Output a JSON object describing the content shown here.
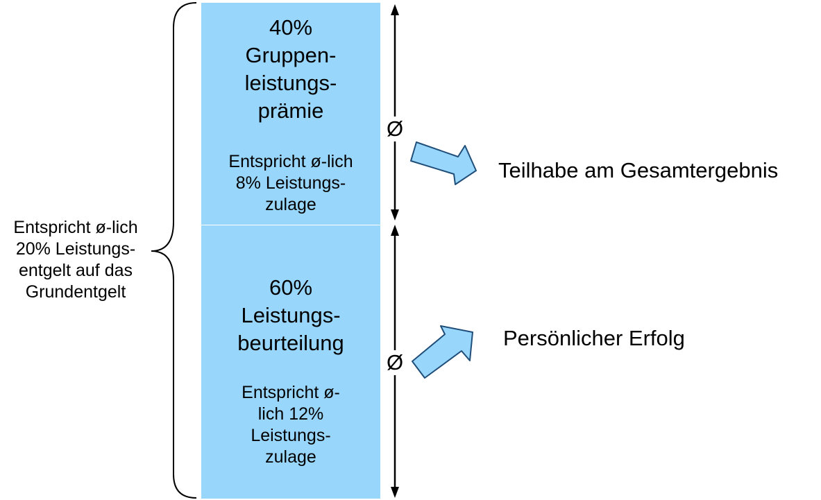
{
  "side_note": [
    "Entspricht ø-lich",
    "20% Leistungs-",
    "entgelt auf das",
    "Grundentgelt"
  ],
  "top_box": {
    "heading": [
      "40%",
      "Gruppen-",
      "leistungs-",
      "prämie"
    ],
    "note": [
      "Entspricht ø-lich",
      "8% Leistungs-",
      "zulage"
    ]
  },
  "bottom_box": {
    "heading": [
      "60%",
      "Leistungs-",
      "beurteilung"
    ],
    "note": [
      "Entspricht ø-",
      "lich 12%",
      "Leistungs-",
      "zulage"
    ]
  },
  "average_symbols": [
    "Ø",
    "Ø"
  ],
  "outcomes": [
    "Teilhabe am Gesamtergebnis",
    "Persönlicher Erfolg"
  ],
  "colors": {
    "box_fill": "#99d6fb",
    "arrow_fill": "#99d6fb",
    "arrow_stroke": "#1f4e79",
    "line": "#000000"
  }
}
